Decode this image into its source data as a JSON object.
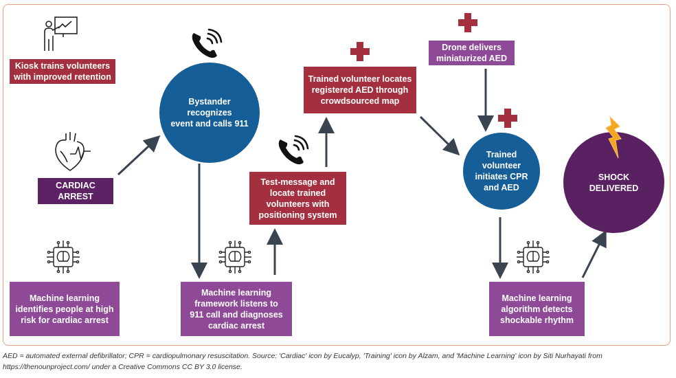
{
  "nodes": {
    "kiosk": "Kiosk trains volunteers\nwith improved retention",
    "cardiac_arrest": "CARDIAC\nARREST",
    "ml_identifies": "Machine learning\nidentifies people at high\nrisk for cardiac arrest",
    "bystander": "Bystander\nrecognizes\nevent and calls 911",
    "ml_framework": "Machine learning\nframework listens to\n911 call and diagnoses\ncardiac arrest",
    "test_message": "Test-message and\nlocate trained\nvolunteers with\npositioning system",
    "volunteer_locates": "Trained volunteer locates\nregistered AED through\ncrowdsourced map",
    "drone": "Drone delivers\nminiaturized AED",
    "volunteer_cpr": "Trained\nvolunteer\ninitiates CPR\nand AED",
    "ml_algorithm": "Machine learning\nalgorithm detects\nshockable rhythm",
    "shock": "SHOCK\nDELIVERED"
  },
  "caption": {
    "line1": "AED = automated external defibrillator; CPR = cardiopulmonary resuscitation. Source: 'Cardiac' icon by Eucalyp, 'Training' icon by Alzam, and 'Machine Learning' icon by Siti Nurhayati from",
    "line2": "https://thenounproject.com/ under a Creative Commons CC BY 3.0 license."
  },
  "colors": {
    "red_box": "#a4303f",
    "purple_box": "#8e4a96",
    "dark_purple_box": "#5c2263",
    "blue_circle": "#155e97",
    "shock_circle": "#5a2162",
    "arrow": "#3a4450",
    "border": "#e9a07f",
    "bolt": "#f5a623"
  },
  "icons": [
    "training-icon",
    "phone-icon",
    "heart-icon",
    "brain-chip-icon",
    "red-cross-icon",
    "lightning-icon"
  ]
}
